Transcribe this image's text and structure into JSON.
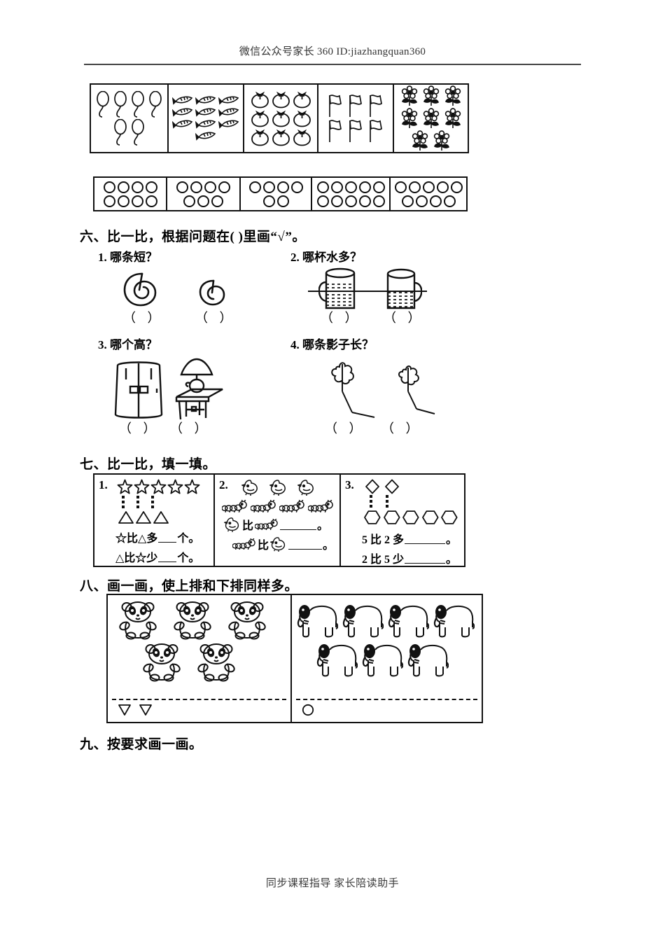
{
  "header": {
    "text": "微信公众号家长 360 ID:jiazhangquan360"
  },
  "footer": {
    "text": "同步课程指导 家长陪读助手"
  },
  "count_strip_objects": {
    "cells": [
      {
        "icon": "balloon-icon",
        "count": 6,
        "label": "气球"
      },
      {
        "icon": "fish-icon",
        "count": 10,
        "label": "鱼"
      },
      {
        "icon": "tomato-icon",
        "count": 9,
        "label": "番茄"
      },
      {
        "icon": "flag-icon",
        "count": 6,
        "label": "小旗"
      },
      {
        "icon": "flower-icon",
        "count": 8,
        "label": "花"
      }
    ]
  },
  "count_strip_circles": {
    "cells": [
      {
        "icon": "circle-icon",
        "count": 8
      },
      {
        "icon": "circle-icon",
        "count": 7
      },
      {
        "icon": "circle-icon",
        "count": 6
      },
      {
        "icon": "circle-icon",
        "count": 10
      },
      {
        "icon": "circle-icon",
        "count": 9
      }
    ]
  },
  "section_six": {
    "title": "六、比一比，根据问题在(  )里画“√”。",
    "q1": {
      "label": "1. 哪条短？",
      "answer_slots": [
        "（    ）",
        "（    ）"
      ],
      "icon": "coiled-rope-icon"
    },
    "q2": {
      "label": "2. 哪杯水多？",
      "answer_slots": [
        "（    ）",
        "（    ）"
      ],
      "icon": "mug-icon"
    },
    "q3": {
      "label": "3. 哪个高？",
      "answer_slots": [
        "（    ）",
        "（    ）"
      ],
      "icons": [
        "wardrobe-icon",
        "lamp-table-icon"
      ]
    },
    "q4": {
      "label": "4. 哪条影子长？",
      "answer_slots": [
        "（    ）",
        "（    ）"
      ],
      "icon": "tree-shadow-icon"
    }
  },
  "section_seven": {
    "title": "七、比一比，填一填。",
    "cells": [
      {
        "num": "1.",
        "top_icon": "star-icon",
        "top_count": 5,
        "bottom_icon": "triangle-icon",
        "bottom_count": 3,
        "lines": [
          {
            "pre": "☆比△多",
            "post": "个。"
          },
          {
            "pre": "△比☆少",
            "post": "个。"
          }
        ]
      },
      {
        "num": "2.",
        "top_icon": "chick-icon",
        "top_count": 3,
        "bottom_icon": "caterpillar-icon",
        "bottom_count": 4,
        "lines": [
          {
            "pre": "比",
            "post": "。",
            "icon_a": "chick-icon",
            "icon_b": "caterpillar-icon"
          },
          {
            "pre": "比",
            "post": "。",
            "icon_a": "caterpillar-icon",
            "icon_b": "chick-icon"
          }
        ]
      },
      {
        "num": "3.",
        "top_icon": "diamond-icon",
        "top_count": 2,
        "bottom_icon": "hexagon-icon",
        "bottom_count": 5,
        "lines": [
          {
            "pre": "5 比 2 多",
            "post": "。"
          },
          {
            "pre": "2 比 5 少",
            "post": "。"
          }
        ]
      }
    ]
  },
  "section_eight": {
    "title": "八、画一画，使上排和下排同样多。",
    "left_panel": {
      "icon": "panda-icon",
      "rows": [
        3,
        2
      ],
      "below_icon": "triangle-down-icon",
      "below_count": 2
    },
    "right_panel": {
      "icon": "elephant-icon",
      "rows": [
        4,
        3
      ],
      "below_icon": "circle-outline-icon",
      "below_count": 1
    }
  },
  "section_nine": {
    "title": "九、按要求画一画。"
  }
}
